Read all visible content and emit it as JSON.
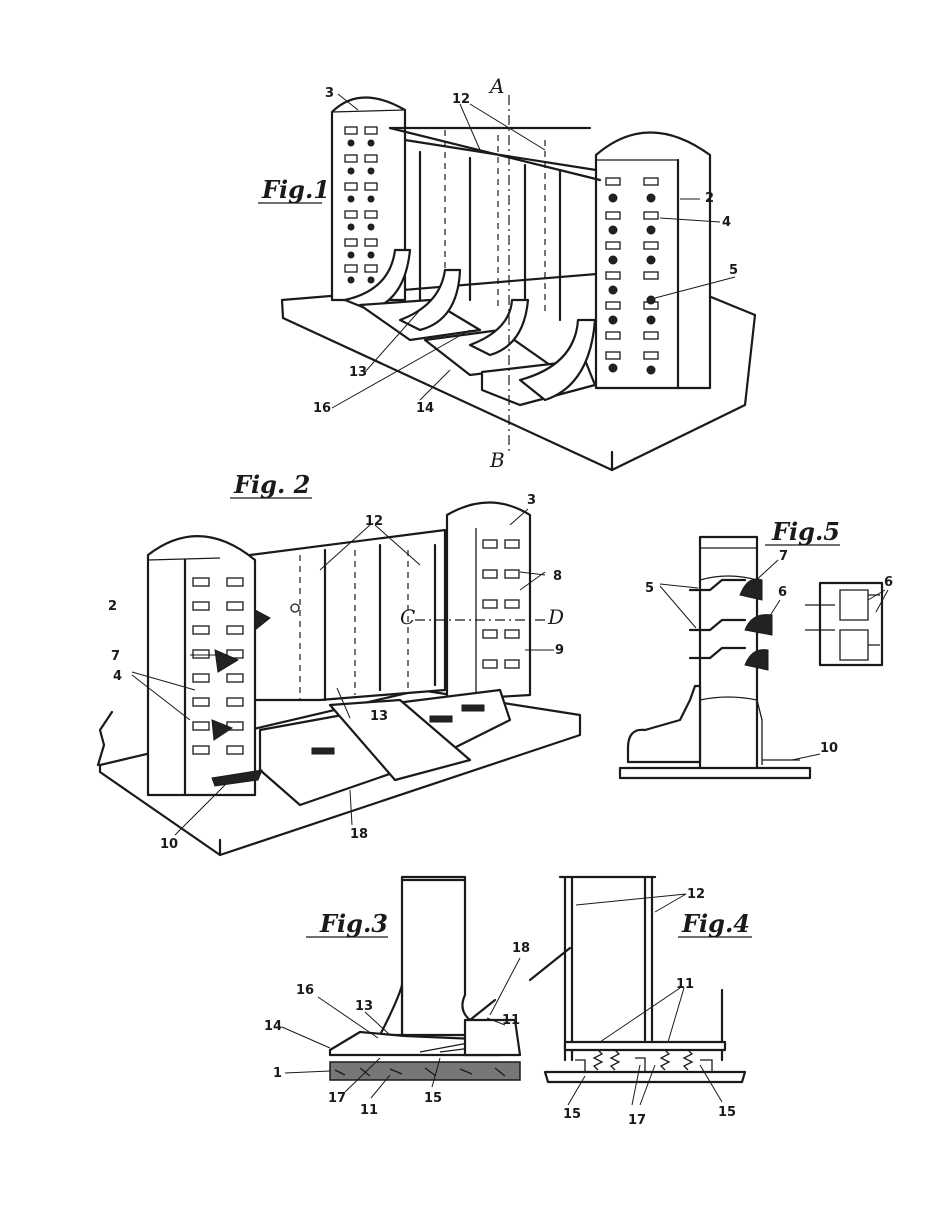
{
  "figures": {
    "fig1": {
      "title": "Fig.1",
      "refs": [
        "3",
        "12",
        "A",
        "2",
        "4",
        "5",
        "13",
        "16",
        "14",
        "B"
      ]
    },
    "fig2": {
      "title": "Fig. 2",
      "refs": [
        "12",
        "3",
        "2",
        "8",
        "7",
        "4",
        "9",
        "C",
        "D",
        "13",
        "10",
        "18"
      ]
    },
    "fig3": {
      "title": "Fig.3",
      "refs": [
        "18",
        "16",
        "13",
        "11",
        "14",
        "1",
        "17",
        "11",
        "15"
      ]
    },
    "fig4": {
      "title": "Fig.4",
      "refs": [
        "12",
        "11",
        "15",
        "17",
        "15"
      ]
    },
    "fig5": {
      "title": "Fig.5",
      "refs": [
        "5",
        "7",
        "6",
        "6",
        "10"
      ]
    }
  }
}
